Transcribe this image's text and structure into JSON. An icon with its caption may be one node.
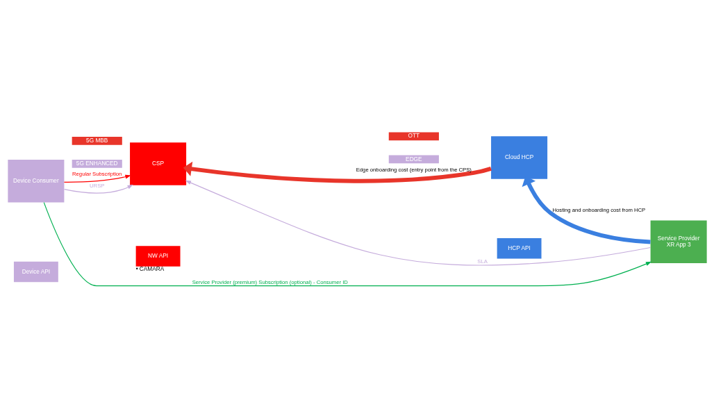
{
  "diagram": {
    "nodes": [
      {
        "text": [
          "Device Consumer"
        ]
      },
      {
        "text": [
          "5G MBB"
        ]
      },
      {
        "text": [
          "5G ENHANCED"
        ]
      },
      {
        "text": [
          "CSP"
        ]
      },
      {
        "text": [
          "OTT"
        ]
      },
      {
        "text": [
          "EDGE"
        ]
      },
      {
        "text": [
          "Cloud HCP"
        ]
      },
      {
        "text": [
          "Service Provider",
          "XR App 3"
        ]
      },
      {
        "text": [
          "Device API"
        ]
      },
      {
        "text": [
          "NW API"
        ],
        "beside": [
          "• CAMARA"
        ]
      },
      {
        "text": [
          "HCP API"
        ]
      }
    ],
    "edges": [
      {
        "from": 0,
        "to": 7,
        "arrow": "to",
        "label": "Service Provider (premium) Subscription (optional) - Consumer ID",
        "color": "#00b050"
      },
      {
        "from": 7,
        "to": 3,
        "arrow": "to",
        "label": "SLA"
      },
      {
        "from": 0,
        "to": 3,
        "arrow": "to",
        "label": "Regular Subscription",
        "color": "#ff0000"
      },
      {
        "from": 0,
        "to": 3,
        "arrow": "to",
        "label": "URSP"
      },
      {
        "from": 6,
        "to": 3,
        "arrow": "to",
        "label": "Edge onboarding cost (entry point from the CPS)",
        "style": "thick",
        "color": "#e8352a"
      },
      {
        "from": 7,
        "to": 6,
        "arrow": "to",
        "label": "Hosting and onboarding cost from HCP",
        "style": "thick",
        "color": "#3a7fe0"
      }
    ]
  }
}
